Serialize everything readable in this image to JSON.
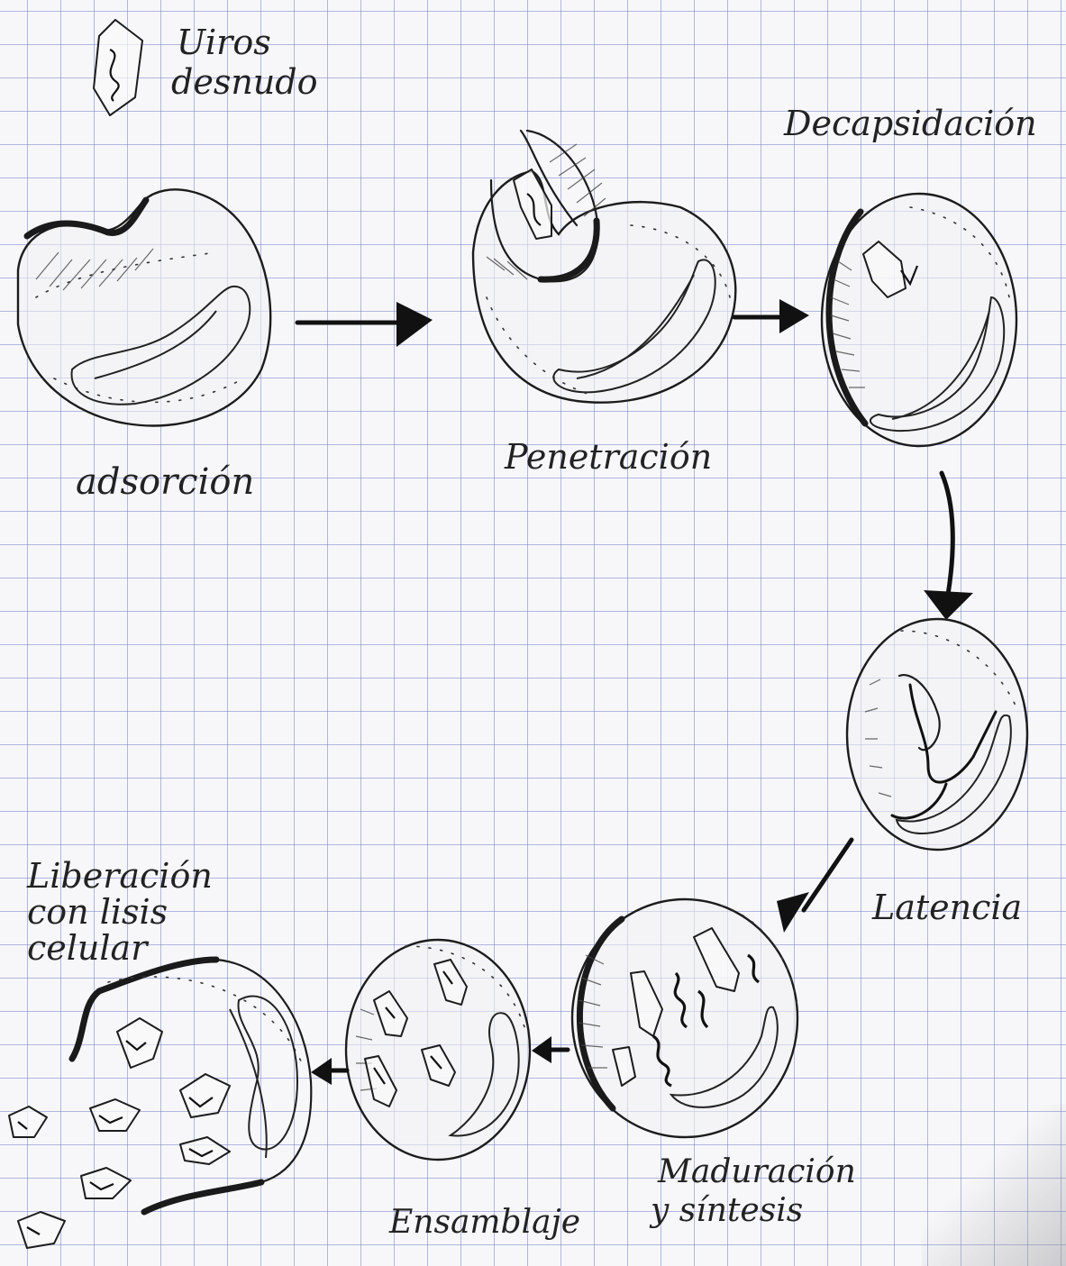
{
  "labels": {
    "legend_line1": "Uiros",
    "legend_line2": "desnudo",
    "stage_adsorcion": "adsorción",
    "stage_penetracion": "Penetración",
    "stage_decapsidacion": "Decapsidación",
    "stage_latencia": "Latencia",
    "stage_maduracion_line1": "Maduración",
    "stage_maduracion_line2": "y síntesis",
    "stage_ensamblaje": "Ensamblaje",
    "stage_liberacion_line1": "Liberación",
    "stage_liberacion_line2": "con lisis",
    "stage_liberacion_line3": "celular"
  },
  "colors": {
    "ink": "#1c1c1c",
    "grid": "#7882c8",
    "paper": "#f7f7f9"
  }
}
